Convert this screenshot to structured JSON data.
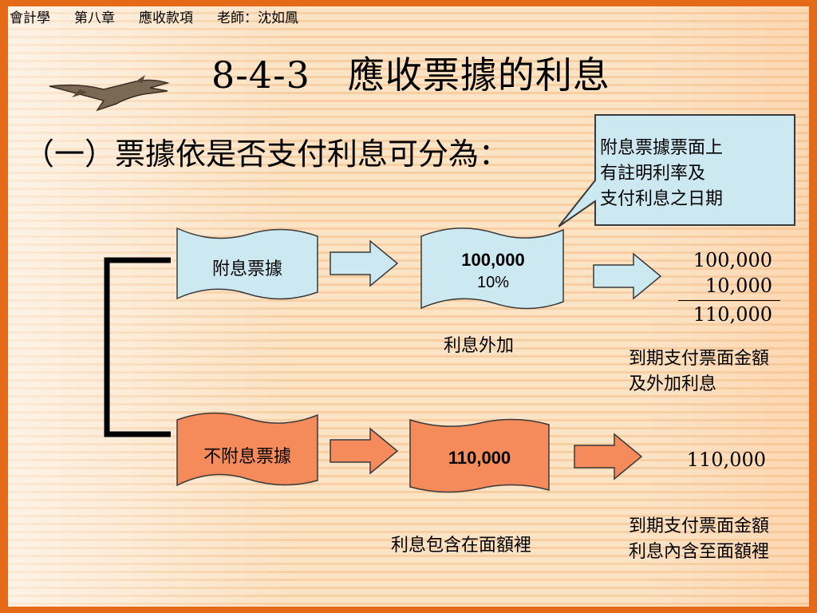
{
  "header": {
    "course": "會計學",
    "chapter": "第八章",
    "section": "應收款項",
    "teacher": "老師：沈如鳳"
  },
  "title": "8-4-3　應收票據的利息",
  "subtitle": "（一）票據依是否支付利息可分為：",
  "callout": {
    "lines": [
      "附息票據票面上",
      "有註明利率及",
      "支付利息之日期"
    ]
  },
  "interest_note": {
    "label": "附息票據",
    "face_value": "100,000",
    "rate": "10%",
    "caption": "利息外加",
    "calc": {
      "principal": "100,000",
      "interest": "10,000",
      "total": "110,000"
    },
    "explain": [
      "到期支付票面金額",
      "及外加利息"
    ]
  },
  "non_interest_note": {
    "label": "不附息票據",
    "face_value": "110,000",
    "caption": "利息包含在面額裡",
    "result": "110,000",
    "explain": [
      "到期支付票面金額",
      "利息內含至面額裡"
    ]
  },
  "colors": {
    "frame": "#e56a18",
    "blue_fill": "#cce8f0",
    "orange_fill": "#f58a5a",
    "stroke": "#3a3a3a"
  },
  "icons": {
    "dragon": "dragon-icon",
    "arrow": "right-arrow-icon"
  }
}
